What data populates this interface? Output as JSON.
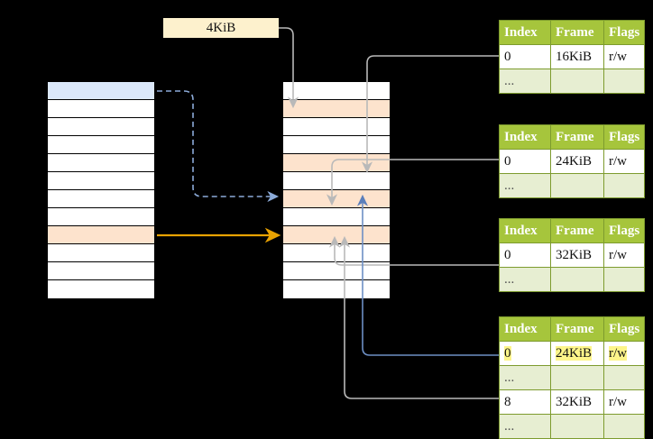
{
  "diagram": {
    "title_chip": {
      "label": "4KiB"
    },
    "virtual_column": {
      "name": "virtual-address-space",
      "rows": 12,
      "highlight_blue_index": 0,
      "highlight_orange_index": 8
    },
    "physical_column": {
      "name": "physical-memory",
      "rows": 12,
      "highlight_orange_indexes": [
        1,
        4,
        6,
        8
      ]
    },
    "page_tables": [
      {
        "id": "pt-level-1",
        "headers": [
          "Index",
          "Frame",
          "Flags"
        ],
        "rows": [
          {
            "cells": [
              "0",
              "16KiB",
              "r/w"
            ],
            "muted": false,
            "highlight": []
          },
          {
            "cells": [
              "...",
              "",
              ""
            ],
            "muted": true,
            "highlight": []
          }
        ]
      },
      {
        "id": "pt-level-2",
        "headers": [
          "Index",
          "Frame",
          "Flags"
        ],
        "rows": [
          {
            "cells": [
              "0",
              "24KiB",
              "r/w"
            ],
            "muted": false,
            "highlight": []
          },
          {
            "cells": [
              "...",
              "",
              ""
            ],
            "muted": true,
            "highlight": []
          }
        ]
      },
      {
        "id": "pt-level-3",
        "headers": [
          "Index",
          "Frame",
          "Flags"
        ],
        "rows": [
          {
            "cells": [
              "0",
              "32KiB",
              "r/w"
            ],
            "muted": false,
            "highlight": []
          },
          {
            "cells": [
              "...",
              "",
              ""
            ],
            "muted": true,
            "highlight": []
          }
        ]
      },
      {
        "id": "pt-level-4",
        "headers": [
          "Index",
          "Frame",
          "Flags"
        ],
        "rows": [
          {
            "cells": [
              "0",
              "24KiB",
              "r/w"
            ],
            "muted": false,
            "highlight": [
              0,
              1,
              2
            ]
          },
          {
            "cells": [
              "...",
              "",
              ""
            ],
            "muted": true,
            "highlight": []
          },
          {
            "cells": [
              "8",
              "32KiB",
              "r/w"
            ],
            "muted": false,
            "highlight": []
          },
          {
            "cells": [
              "...",
              "",
              ""
            ],
            "muted": true,
            "highlight": []
          }
        ]
      }
    ],
    "colors": {
      "background": "#000000",
      "table_header": "#a6c53c",
      "table_alt_row": "#e7eed2",
      "chip_background": "#fdf1cd",
      "highlight_yellow": "#fdf58a",
      "virtual_highlight_blue": "#dbe8fa",
      "frame_highlight_orange": "#fde3cd",
      "wire_gray": "#b5b5b5",
      "wire_blue": "#6d8fc4",
      "wire_orange": "#e8a202"
    }
  }
}
